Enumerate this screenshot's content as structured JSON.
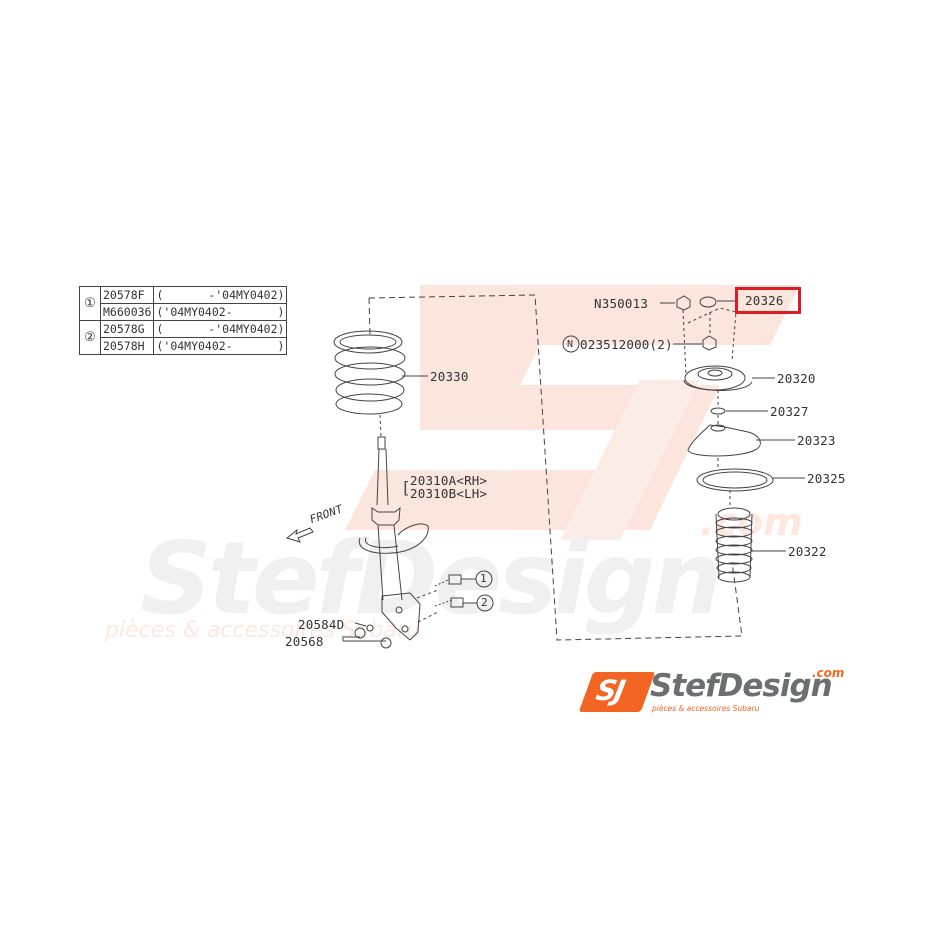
{
  "watermark": {
    "brand": "StefDesign",
    "tagline": "pièces & accessoires Subaru",
    "com": ".com",
    "colors": {
      "orange": "#f26522",
      "grey": "#6d6e71",
      "faint_orange": "#fbe3da",
      "faint_grey": "#efefef"
    }
  },
  "legend_table": {
    "rows": [
      {
        "ref": "①",
        "part": "20578F",
        "range": [
          "(",
          "-'04MY0402)"
        ]
      },
      {
        "ref": "",
        "part": "M660036",
        "range": [
          "('04MY0402-",
          ")"
        ]
      },
      {
        "ref": "②",
        "part": "20578G",
        "range": [
          "(",
          "-'04MY0402)"
        ]
      },
      {
        "ref": "",
        "part": "20578H",
        "range": [
          "('04MY0402-",
          ")"
        ]
      }
    ]
  },
  "callouts": {
    "n350013": "N350013",
    "p20326": "20326",
    "n023512000": "023512000(2)",
    "n_mark": "N",
    "p20320": "20320",
    "p20327": "20327",
    "p20323": "20323",
    "p20325": "20325",
    "p20322": "20322",
    "p20330": "20330",
    "p20310a": "20310A<RH>",
    "p20310b": "20310B<LH>",
    "front": "FRONT",
    "ref1": "1",
    "ref2": "2",
    "p20584d": "20584D",
    "p20568": "20568"
  },
  "highlight": {
    "part": "20326",
    "color": "#e01b24"
  },
  "logo": {
    "badge": "SJ",
    "name": "StefDesign",
    "com": ".com",
    "tagline": "pièces & accessoires Subaru"
  }
}
